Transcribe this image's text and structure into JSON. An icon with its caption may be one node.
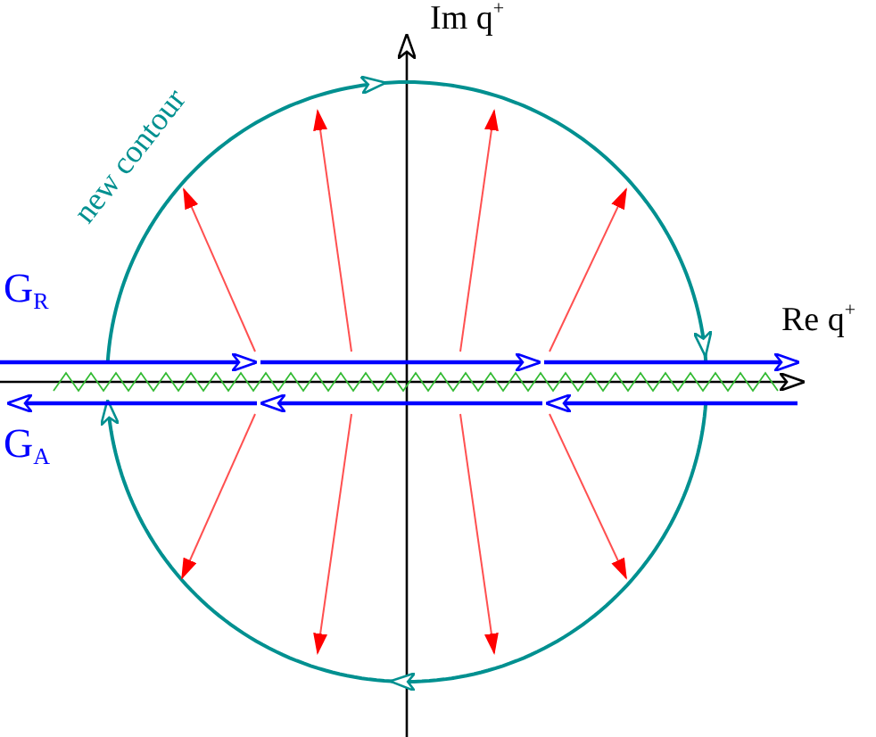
{
  "diagram": {
    "labels": [
      "Im q$^{+}$",
      "new contour",
      "G$_{R}$",
      "Re q$^{+}$",
      "G$_{A}$"
    ]
  }
}
